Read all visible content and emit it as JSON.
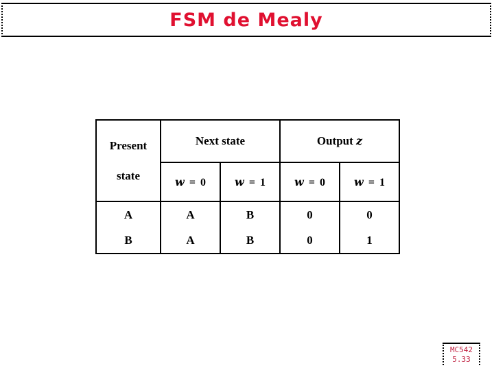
{
  "slide": {
    "title": "FSM de Mealy",
    "title_color": "#e01030",
    "background_color": "#ffffff"
  },
  "table": {
    "name": "mealy-state-transition-table",
    "header_groups": [
      {
        "label": "Present\nstate",
        "line1": "Present",
        "line2": "state",
        "span_rows": 2
      },
      {
        "label": "Next state",
        "sub_columns": [
          "w = 0",
          "w = 1"
        ]
      },
      {
        "label": "Output z",
        "sub_columns": [
          "w = 0",
          "w = 1"
        ]
      }
    ],
    "header_main": {
      "present_line1": "Present",
      "present_line2": "state",
      "next_state": "Next state",
      "output_prefix": "Output",
      "output_var": "z"
    },
    "header_sub": {
      "var_w": "w",
      "equals": "=",
      "value_0": "0",
      "value_1": "1"
    },
    "columns": [
      "Present state",
      "Next state w = 0",
      "Next state w = 1",
      "Output z w = 0",
      "Output z w = 1"
    ],
    "rows": [
      {
        "present_state": "A",
        "next_w0": "A",
        "next_w1": "B",
        "out_w0": "0",
        "out_w1": "0"
      },
      {
        "present_state": "B",
        "next_w0": "A",
        "next_w1": "B",
        "out_w0": "0",
        "out_w1": "1"
      }
    ]
  },
  "footer": {
    "course_code": "MC542",
    "slide_number": "5.33",
    "color": "#c02040"
  }
}
